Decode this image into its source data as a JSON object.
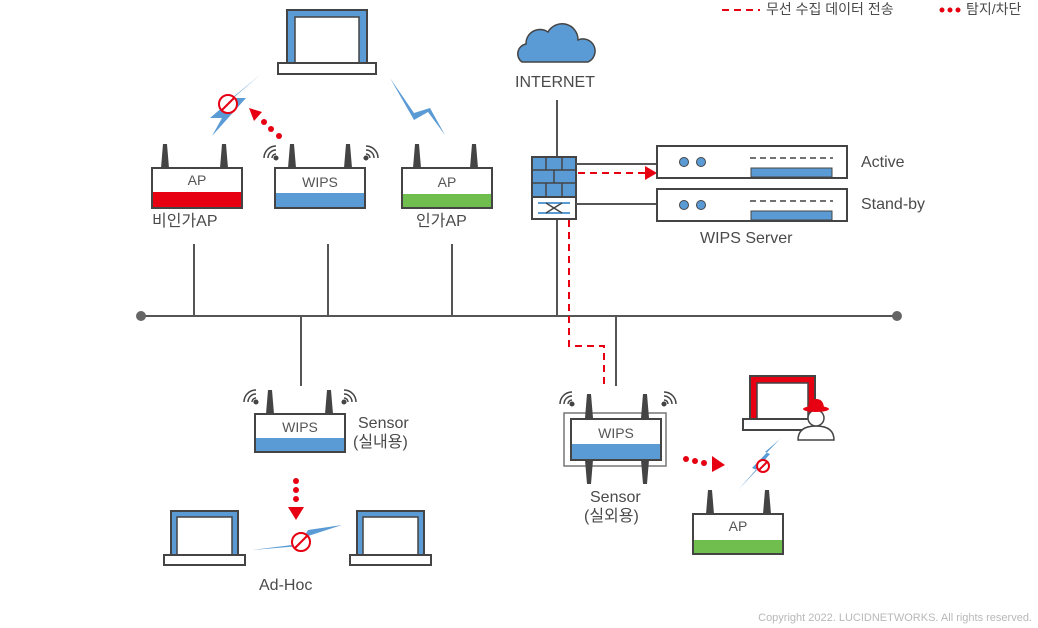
{
  "legend": {
    "collect_label": "무선 수집 데이터 전송",
    "block_label": "탐지/차단"
  },
  "colors": {
    "blue": "#5b9bd5",
    "red": "#e60012",
    "green": "#70bf4e",
    "line": "#444444"
  },
  "top": {
    "internet_label": "INTERNET",
    "rogue_ap_box": "AP",
    "rogue_ap_caption": "비인가AP",
    "wips_box": "WIPS",
    "auth_ap_box": "AP",
    "auth_ap_caption": "인가AP"
  },
  "server": {
    "active_label": "Active",
    "standby_label": "Stand-by",
    "caption": "WIPS Server"
  },
  "bottom": {
    "indoor_box": "WIPS",
    "indoor_caption_1": "Sensor",
    "indoor_caption_2": "(실내용)",
    "adhoc_caption": "Ad-Hoc",
    "outdoor_box": "WIPS",
    "outdoor_caption_1": "Sensor",
    "outdoor_caption_2": "(실외용)",
    "ap_box": "AP"
  },
  "footer": {
    "copyright": "Copyright 2022. LUCIDNETWORKS. All rights reserved."
  }
}
